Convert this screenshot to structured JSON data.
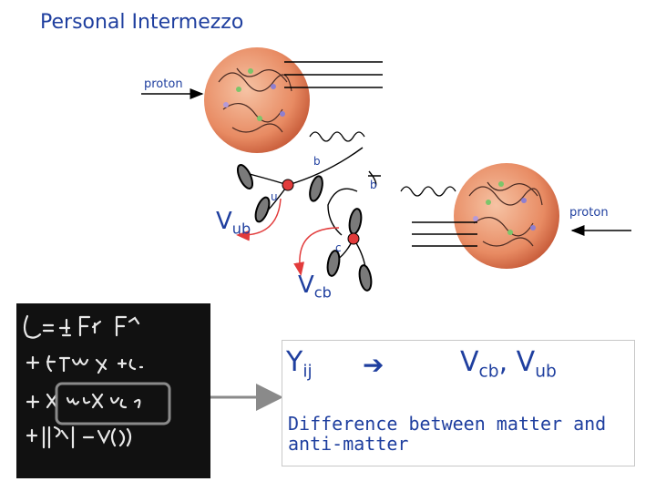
{
  "title": "Personal Intermezzo",
  "labels": {
    "proton_left": "proton",
    "proton_right": "proton",
    "quark_b": "b",
    "quark_bbar": "b",
    "quark_u": "u",
    "quark_c": "c"
  },
  "ckm": {
    "vub_main": "V",
    "vub_sub": "ub",
    "vcb_main": "V",
    "vcb_sub": "cb"
  },
  "equation": {
    "yij_main": "Y",
    "yij_sub": "ij",
    "arrow": "➔",
    "vcb_main": "V",
    "vcb_sub": "cb",
    "comma": ",",
    "vub_main": "V",
    "vub_sub": "ub",
    "description": "Difference between matter and anti-matter"
  },
  "colors": {
    "text": "#1f3f9f",
    "proton": "#e98f6a",
    "arrow_red": "#e23b3b",
    "highlight_box": "#8a8a8a"
  }
}
